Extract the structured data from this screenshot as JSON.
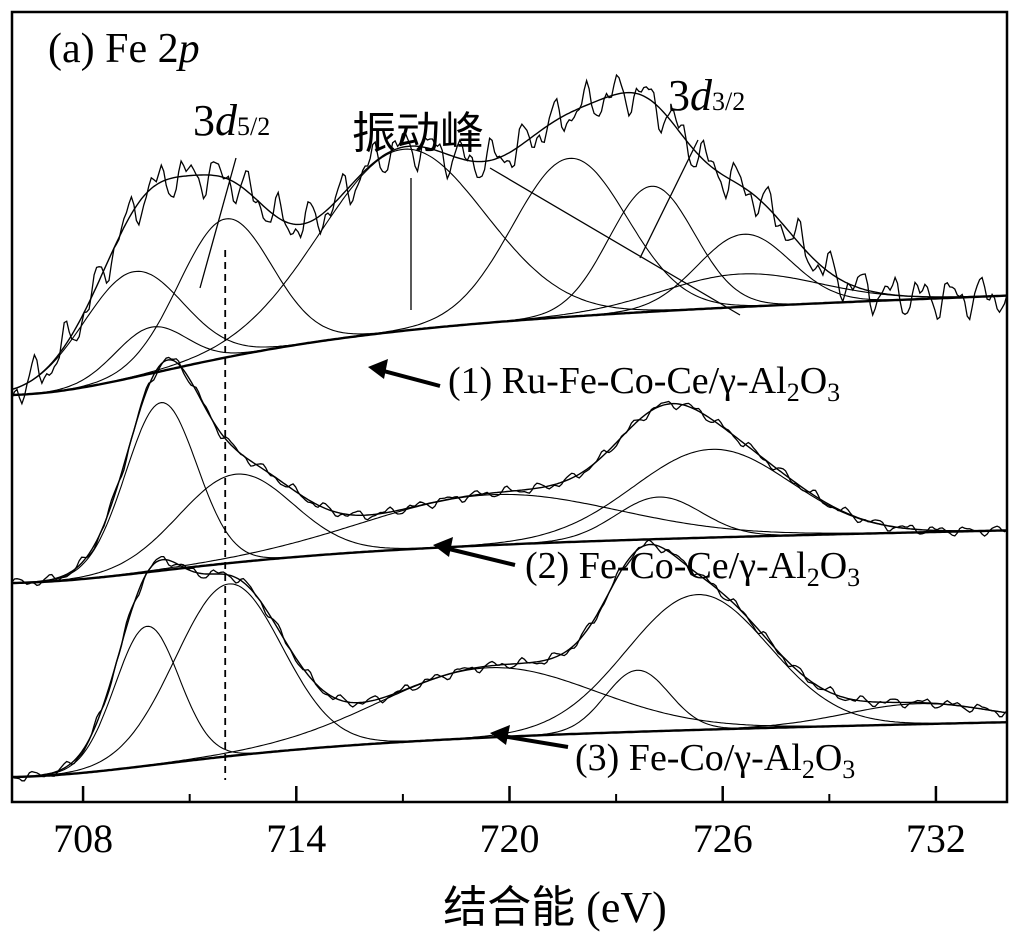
{
  "chart_data": {
    "type": "line",
    "panel_label": "(a) Fe 2p",
    "xlabel": "结合能 (eV)",
    "ylabel": "",
    "xlim": [
      706,
      734
    ],
    "xticks": [
      708,
      714,
      720,
      726,
      732
    ],
    "xtick_labels": [
      "708",
      "714",
      "720",
      "726",
      "732"
    ],
    "y_ticks_shown": false,
    "reference_line_x": 712,
    "annotations": [
      {
        "text": "3d5/2",
        "base": "3d",
        "sub": "5/2",
        "target_x": 710.5
      },
      {
        "text": "振动峰",
        "target_x": 717
      },
      {
        "text": "3d3/2",
        "base": "3d",
        "sub": "3/2",
        "target_x": 724.2
      }
    ],
    "series": [
      {
        "name": "(1) Ru-Fe-Co-Ce/γ-Al2O3",
        "label_parts": [
          "(1) Ru-Fe-Co-Ce/γ-Al",
          "2",
          "O",
          "3"
        ],
        "background": [
          0,
          0.0015,
          0.0032
        ],
        "fit_components": [
          {
            "center": 709.4,
            "width": 1.4,
            "height": 0.32
          },
          {
            "center": 709.9,
            "width": 1.0,
            "height": 0.14
          },
          {
            "center": 712.0,
            "width": 1.3,
            "height": 0.42
          },
          {
            "center": 717.0,
            "width": 2.3,
            "height": 0.55
          },
          {
            "center": 721.7,
            "width": 1.6,
            "height": 0.48
          },
          {
            "center": 724.0,
            "width": 1.2,
            "height": 0.38
          },
          {
            "center": 726.6,
            "width": 1.3,
            "height": 0.22
          },
          {
            "center": 726.5,
            "width": 2.2,
            "height": 0.1
          }
        ]
      },
      {
        "name": "(2) Fe-Co-Ce/γ-Al2O3",
        "label_parts": [
          "(2) Fe-Co-Ce/γ-Al",
          "2",
          "O",
          "3"
        ],
        "background": [
          0,
          0.0012,
          0.0029
        ],
        "fit_components": [
          {
            "center": 710.2,
            "width": 1.0,
            "height": 0.8
          },
          {
            "center": 712.3,
            "width": 1.6,
            "height": 0.42
          },
          {
            "center": 719.5,
            "width": 3.5,
            "height": 0.24
          },
          {
            "center": 724.2,
            "width": 1.2,
            "height": 0.2
          },
          {
            "center": 725.7,
            "width": 2.2,
            "height": 0.42
          }
        ]
      },
      {
        "name": "(3) Fe-Co/γ-Al2O3",
        "label_parts": [
          "(3) Fe-Co/γ-Al",
          "2",
          "O",
          "3"
        ],
        "background": [
          0,
          0.0013,
          0.003
        ],
        "fit_components": [
          {
            "center": 709.8,
            "width": 0.9,
            "height": 0.68
          },
          {
            "center": 712.1,
            "width": 1.5,
            "height": 0.84
          },
          {
            "center": 719.4,
            "width": 3.0,
            "height": 0.34
          },
          {
            "center": 723.6,
            "width": 0.9,
            "height": 0.3
          },
          {
            "center": 725.3,
            "width": 2.0,
            "height": 0.66
          },
          {
            "center": 731.5,
            "width": 2.0,
            "height": 0.1
          }
        ]
      }
    ]
  }
}
